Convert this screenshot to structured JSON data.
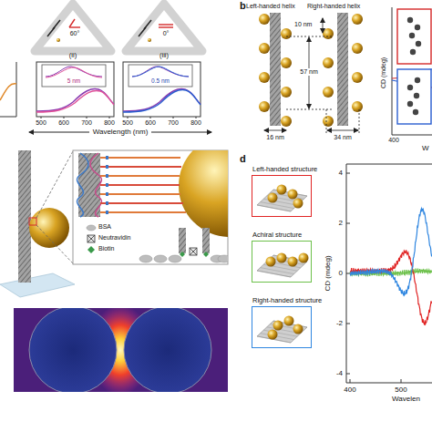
{
  "diagram": {
    "nodes": [
      {
        "text": [
          "Left-handed structure"
        ]
      },
      {
        "text": [
          "Achiral structure"
        ]
      },
      {
        "text": [
          "Right-handed structure"
        ]
      }
    ],
    "labels": [
      "60°",
      "0°",
      "(ii)",
      "(iii)",
      "5 nm",
      "0.5 nm",
      "500",
      "600",
      "700",
      "800",
      "500",
      "600",
      "700",
      "800",
      "Wavelength (nm)",
      "b",
      "Left-handed helix",
      "Right-handed helix",
      "10 nm",
      "57 nm",
      "16 nm",
      "34 nm",
      "CD (mdeg)",
      "400",
      "W",
      "d",
      "CD (mdeg)",
      "4",
      "2",
      "0",
      "-2",
      "-4",
      "400",
      "500",
      "Wavelen"
    ],
    "legend": [
      {
        "text": "BSA"
      },
      {
        "text": "Neutravidin"
      },
      {
        "text": "Biotin"
      }
    ]
  }
}
